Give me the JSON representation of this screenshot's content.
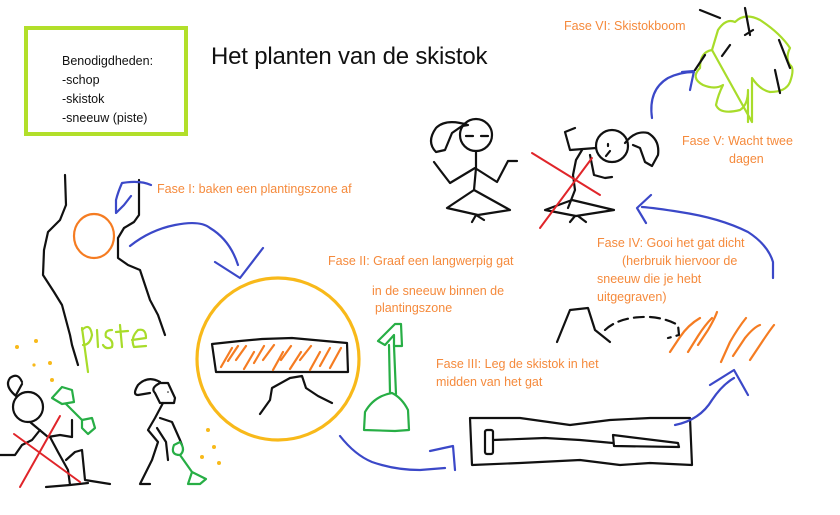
{
  "title": "Het planten van de skistok",
  "supplies": {
    "heading": "Benodigdheden:",
    "items": [
      "-schop",
      "-skistok",
      "-sneeuw (piste)"
    ]
  },
  "phases": {
    "phase1": "Fase I: baken een plantingszone af",
    "phase2_line1": "Fase II: Graaf een langwerpig gat",
    "phase2_line2": "in de sneeuw binnen de",
    "phase2_line3": "plantingszone",
    "phase3_line1": "Fase III: Leg de skistok in het",
    "phase3_line2": "midden van het gat",
    "phase4_line1": "Fase IV: Gooi het gat dicht",
    "phase4_line2": "(herbruik hiervoor de",
    "phase4_line3": "sneeuw die je hebt",
    "phase4_line4": "uitgegraven)",
    "phase5_line1": "Fase V: Wacht twee",
    "phase5_line2": "dagen",
    "phase6": "Fase VI: Skistokboom"
  },
  "piste_label": "piste",
  "colors": {
    "phase_text": "#f58a3c",
    "box_border": "#b2df2a",
    "arrow": "#3b48c8",
    "cross": "#e0252a",
    "zone_circle": "#f57c22",
    "magnifier": "#f8b91a",
    "shovel": "#27ae45",
    "tree": "#a8dc2a"
  }
}
